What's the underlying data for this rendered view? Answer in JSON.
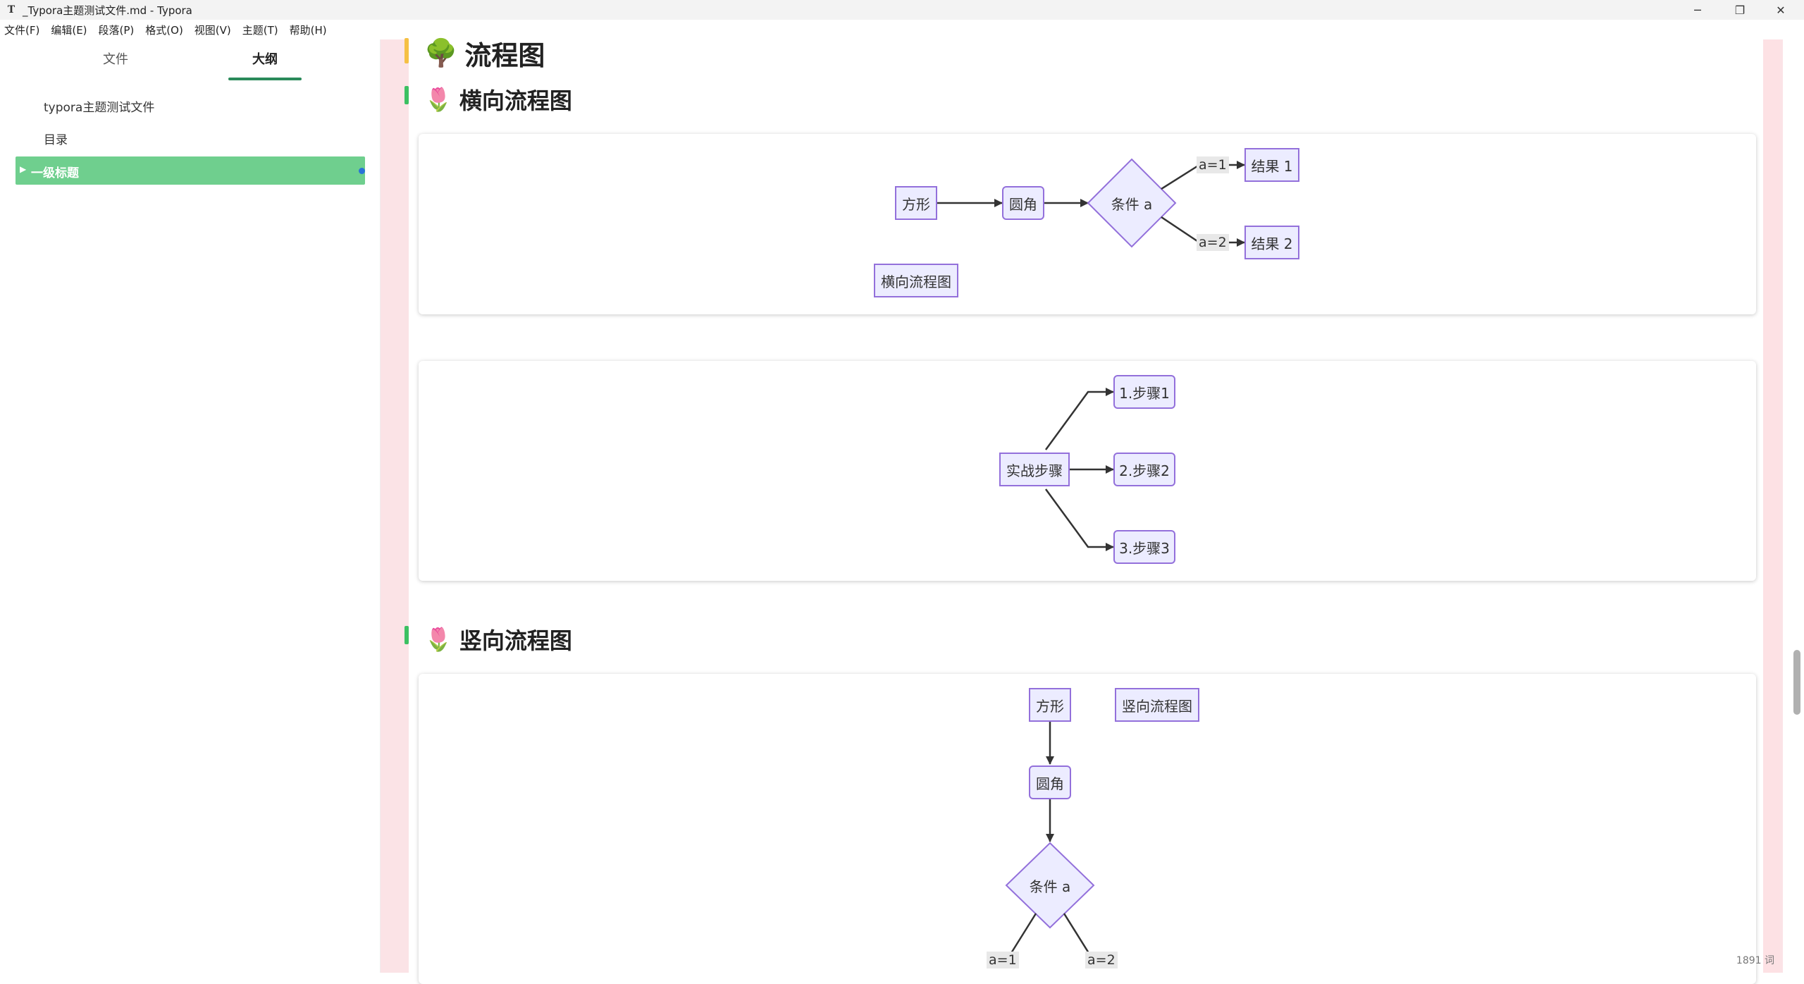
{
  "window": {
    "title": "_Typora主题测试文件.md - Typora",
    "app_icon": "T",
    "minimize_icon": "─",
    "maximize_icon": "❐",
    "close_icon": "✕"
  },
  "menu": [
    "文件(F)",
    "编辑(E)",
    "段落(P)",
    "格式(O)",
    "视图(V)",
    "主题(T)",
    "帮助(H)"
  ],
  "sidebar": {
    "tabs": [
      {
        "label": "文件",
        "active": false
      },
      {
        "label": "大纲",
        "active": true
      }
    ],
    "outline": [
      {
        "label": "typora主题测试文件"
      },
      {
        "label": "目录"
      },
      {
        "label": "一级标题",
        "active": true
      }
    ],
    "collapse_icon": "‹",
    "source_icon": "</>",
    "word_count": "1891 词"
  },
  "content": {
    "h1": {
      "emoji": "🌳",
      "text": "流程图"
    },
    "h2_horizontal": {
      "emoji": "🌷",
      "text": "横向流程图"
    },
    "h2_vertical": {
      "emoji": "🌷",
      "text": "竖向流程图"
    },
    "diagram1": {
      "nodes": {
        "square": "方形",
        "round": "圆角",
        "condition": "条件 a",
        "result1": "结果 1",
        "result2": "结果 2",
        "caption": "横向流程图"
      },
      "edge_labels": {
        "a1": "a=1",
        "a2": "a=2"
      }
    },
    "diagram2": {
      "nodes": {
        "root": "实战步骤",
        "step1": "1.步骤1",
        "step2": "2.步骤2",
        "step3": "3.步骤3"
      }
    },
    "diagram3": {
      "nodes": {
        "square": "方形",
        "caption": "竖向流程图",
        "round": "圆角",
        "condition": "条件 a"
      },
      "edge_labels": {
        "a1": "a=1",
        "a2": "a=2"
      }
    }
  },
  "colors": {
    "accent_green": "#2a8a5a",
    "outline_active": "#6fcf8e",
    "node_fill": "#ececff",
    "node_border": "#9370db",
    "h1_bar": "#f5c044",
    "h2_bar": "#3cc062",
    "editor_margin": "#fbe3e6"
  }
}
